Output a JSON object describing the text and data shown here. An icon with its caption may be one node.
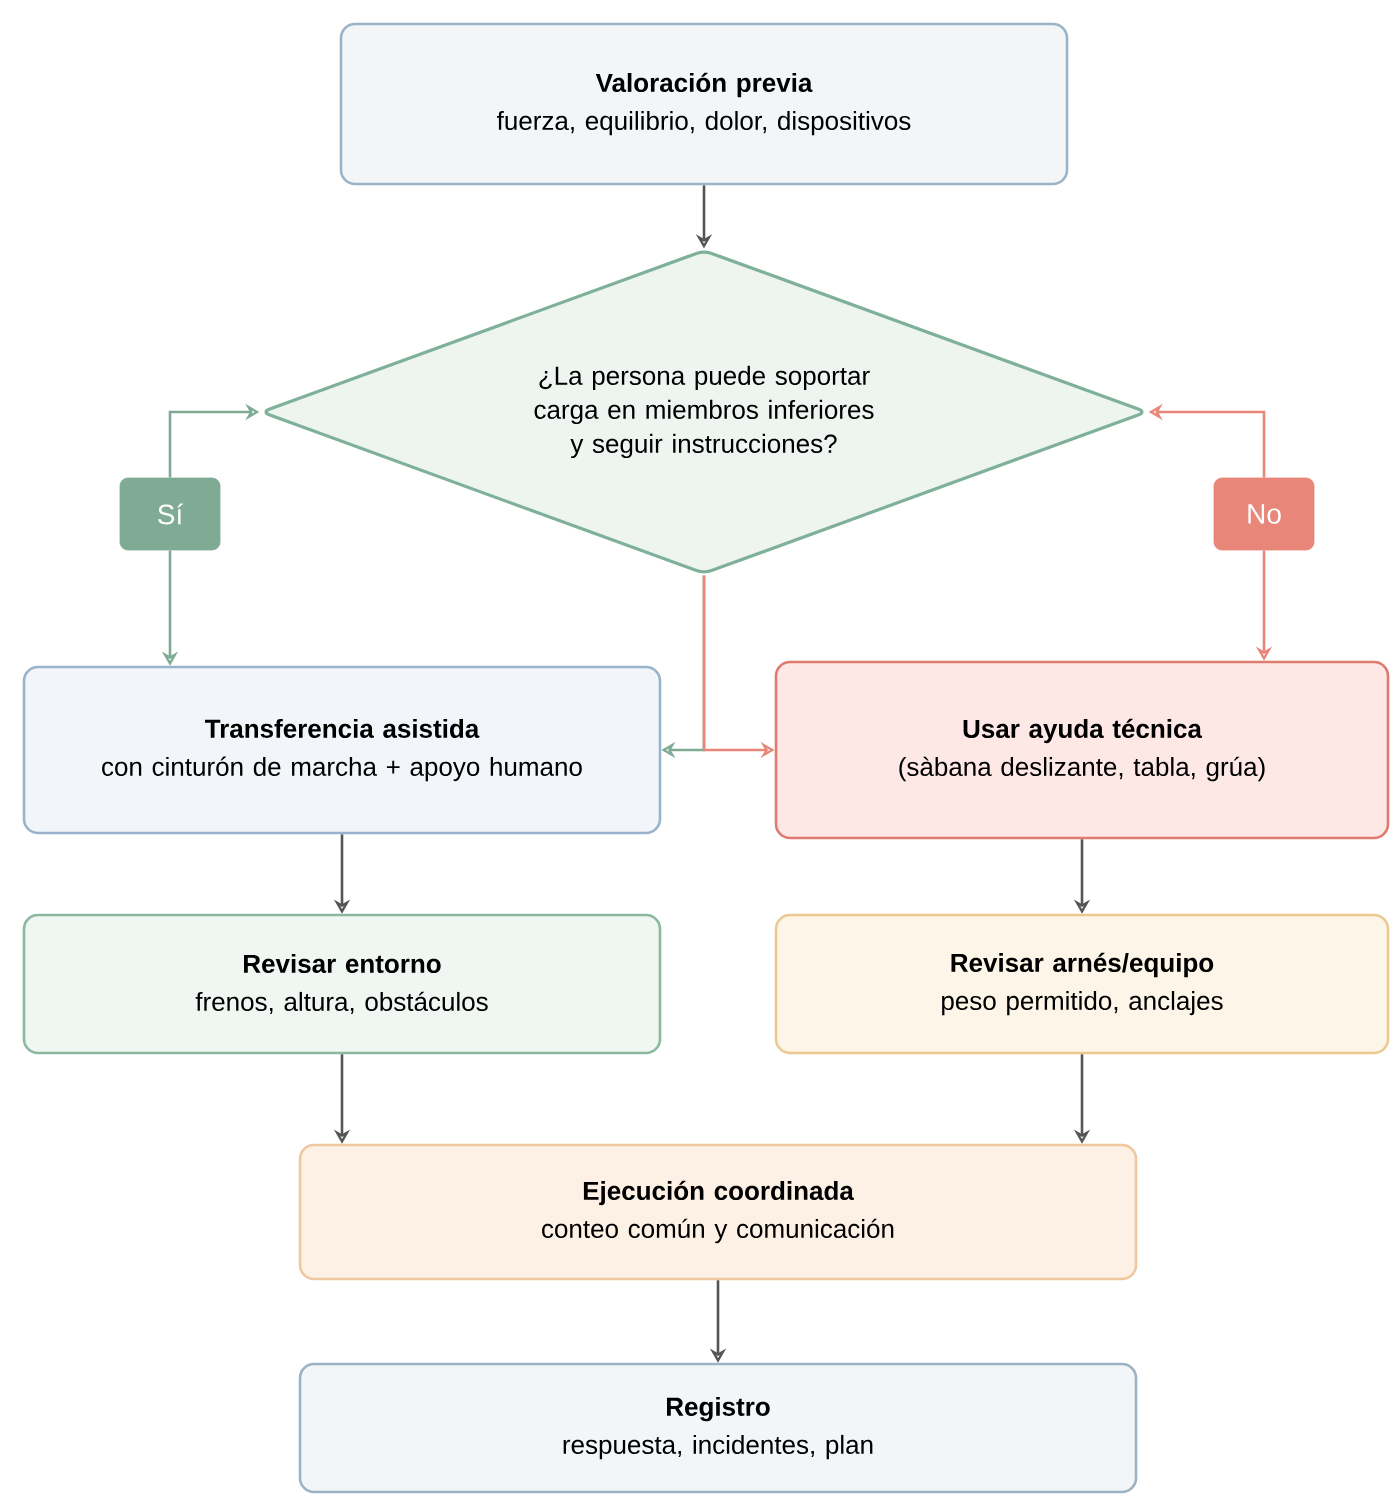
{
  "diagram": {
    "nodes": [
      {
        "text": [
          "Valoración previa",
          "fuerza, equilibrio, dolor, dispositivos"
        ]
      },
      {
        "text": [
          "¿La persona puede soportar carga en miembros inferiores y seguir instrucciones?"
        ]
      },
      {
        "text": [
          "Sí"
        ]
      },
      {
        "text": [
          "No"
        ]
      },
      {
        "text": [
          "Transferencia asistida",
          "con cinturón de marcha + apoyo humano"
        ]
      },
      {
        "text": [
          "Usar ayuda técnica",
          "(sàbana deslizante, tabla, grúa)"
        ]
      },
      {
        "text": [
          "Revisar entorno",
          "frenos, altura, obstáculos"
        ]
      },
      {
        "text": [
          "Revisar arnés/equipo",
          "peso permitido, anclajes"
        ]
      },
      {
        "text": [
          "Ejecución coordinada",
          "conteo común y comunicación"
        ]
      },
      {
        "text": [
          "Registro",
          "respuesta, incidentes, plan"
        ]
      }
    ],
    "edges": [
      {
        "from": 0,
        "to": 1,
        "arrow": "to"
      },
      {
        "from": 2,
        "to": 1,
        "arrow": "to",
        "color": "#7fab95"
      },
      {
        "from": 2,
        "to": 4,
        "arrow": "to",
        "color": "#7fab95"
      },
      {
        "from": 3,
        "to": 1,
        "arrow": "to",
        "color": "#e8867a"
      },
      {
        "from": 3,
        "to": 5,
        "arrow": "to",
        "color": "#e8867a"
      },
      {
        "from": 1,
        "to": 4,
        "arrow": "to",
        "color": "#7fab95"
      },
      {
        "from": 1,
        "to": 5,
        "arrow": "to",
        "color": "#e8867a"
      },
      {
        "from": 4,
        "to": 6,
        "arrow": "to"
      },
      {
        "from": 5,
        "to": 7,
        "arrow": "to"
      },
      {
        "from": 6,
        "to": 8,
        "arrow": "to"
      },
      {
        "from": 7,
        "to": 8,
        "arrow": "to"
      },
      {
        "from": 8,
        "to": 9,
        "arrow": "to"
      }
    ]
  }
}
